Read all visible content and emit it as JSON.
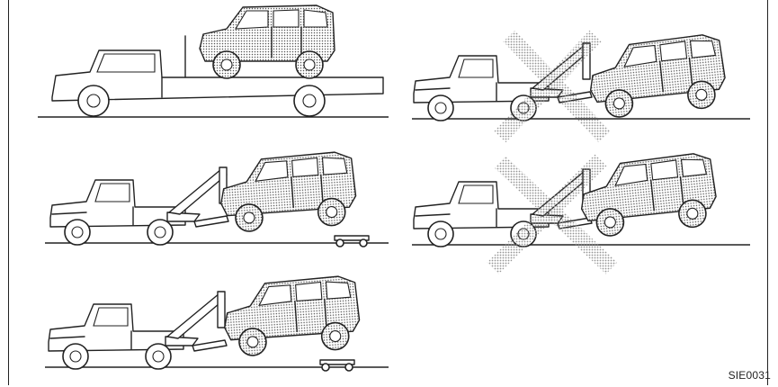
{
  "figure": {
    "code": "SIE0031",
    "colors": {
      "line": "#222222",
      "shade": "#9a9a9a",
      "cross": "#b8b8b8",
      "background": "#ffffff"
    },
    "panels": [
      {
        "id": "flatbed-carrier",
        "method": "flatbed",
        "permitted": true
      },
      {
        "id": "wheel-lift-rear-front-wheels-down",
        "method": "wheel-lift",
        "permitted": false
      },
      {
        "id": "wheel-lift-with-dollies",
        "method": "wheel-lift-dolly",
        "permitted": true
      },
      {
        "id": "sling-tow-front-wheels-down",
        "method": "sling-tow",
        "permitted": false
      },
      {
        "id": "wheel-lift-with-dollies-2",
        "method": "wheel-lift-dolly",
        "permitted": true
      }
    ]
  }
}
